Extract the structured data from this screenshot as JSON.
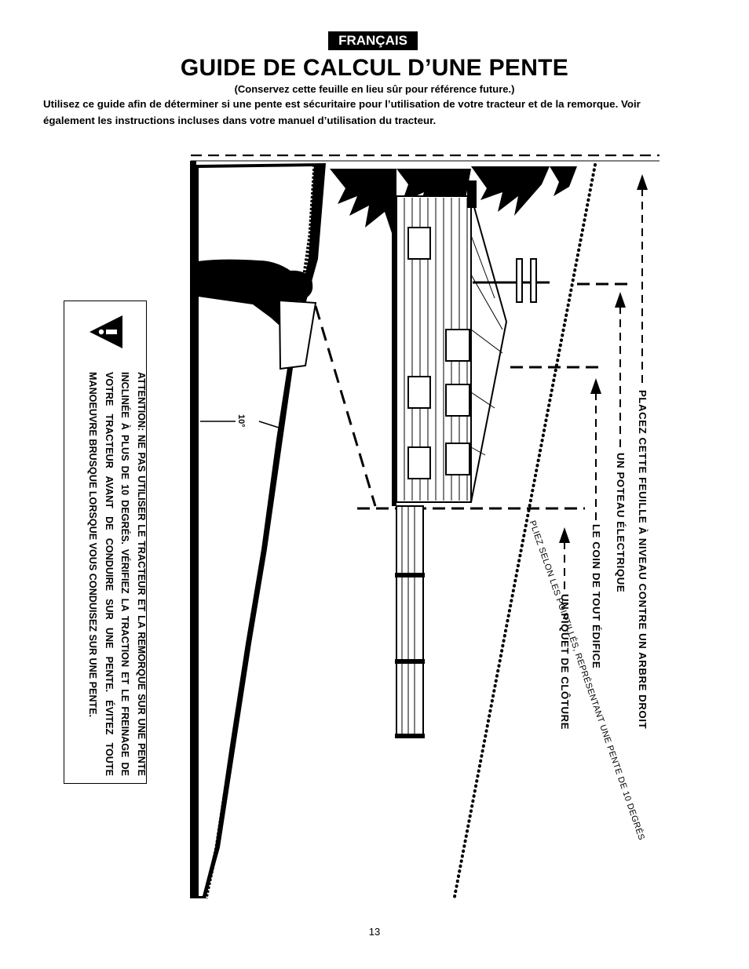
{
  "header": {
    "language": "FRANÇAIS",
    "title": "GUIDE DE CALCUL D’UNE PENTE",
    "subtitle": "(Conservez cette feuille en lieu sûr pour référence future.)",
    "intro": "Utilisez ce guide afin de déterminer si une pente est sécuritaire pour l’utilisation de votre tracteur et de la remorque.  Voir également les instructions incluses dans votre manuel d’utilisation du tracteur."
  },
  "warning": {
    "icon": "warning-triangle-icon",
    "text": "ATTENTION: NE PAS UTILISER LE TRACTEUR ET LA REMORQUE SUR UNE PENTE INCLINÉE À PLUS DE 10 DEGRÉS. VÉRIFIEZ LA TRACTION ET LE FREINAGE DE VOTRE TRACTEUR AVANT DE CONDUIRE SUR UNE PENTE. ÉVITEZ TOUTE MANOEUVRE BRUSQUE LORSQUE VOUS CONDUISEZ SUR UNE PENTE."
  },
  "diagram": {
    "angle_label": "10°",
    "labels": {
      "tree": "PLACEZ CETTE FEUILLE À NIVEAU CONTRE UN ARBRE DROIT",
      "pole": "UN POTEAU ÉLECTRIQUE",
      "building": "LE COIN DE TOUT ÉDIFICE",
      "fence": "UN PIQUET DE CLÔTURE"
    },
    "fold_instruction": "PLIEZ SELON LES POINTILLÉS, REPRÉSENTANT UNE PENTE DE 10 DEGRÉS"
  },
  "footer": {
    "page_number": "13"
  }
}
